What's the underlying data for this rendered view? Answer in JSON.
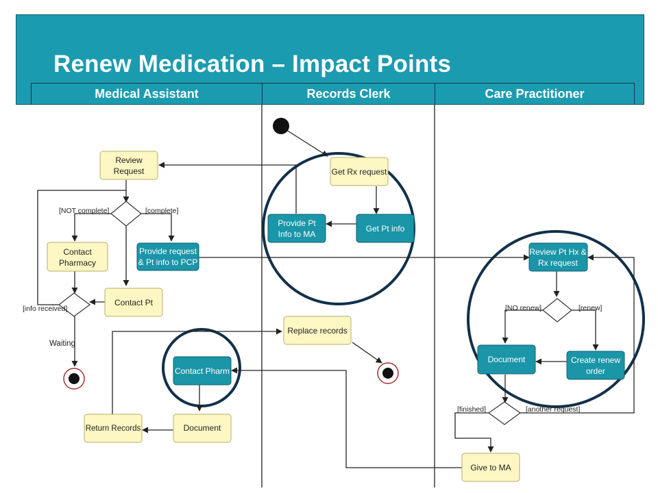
{
  "title": "Renew Medication – Impact Points",
  "lanes": {
    "ma": "Medical Assistant",
    "rc": "Records Clerk",
    "cp": "Care Practitioner"
  },
  "nodes": {
    "review_request": [
      "Review",
      "Request"
    ],
    "contact_pharmacy": [
      "Contact",
      "Pharmacy"
    ],
    "provide_request": [
      "Provide request",
      "& Pt info to PCP"
    ],
    "contact_pt": [
      "Contact Pt"
    ],
    "return_records": [
      "Return Records"
    ],
    "document_ma": [
      "Document"
    ],
    "contact_pharm": [
      "Contact Pharm"
    ],
    "get_rx_request": [
      "Get Rx request"
    ],
    "provide_pt_info": [
      "Provide Pt",
      "Info to MA"
    ],
    "get_pt_info": [
      "Get Pt info"
    ],
    "replace_records": [
      "Replace records"
    ],
    "review_pt_hx": [
      "Review Pt Hx &",
      "Rx request"
    ],
    "document_cp": [
      "Document"
    ],
    "create_renew": [
      "Create renew",
      "order"
    ],
    "give_to_ma": [
      "Give to MA"
    ]
  },
  "guards": {
    "not_complete": "[NOT complete]",
    "complete": "[complete]",
    "info_received": "[info received]",
    "waiting": "Waiting",
    "no_renew": "[NO renew]",
    "renew": "[renew]",
    "finished": "[finished]",
    "another_request": "[another request]"
  }
}
